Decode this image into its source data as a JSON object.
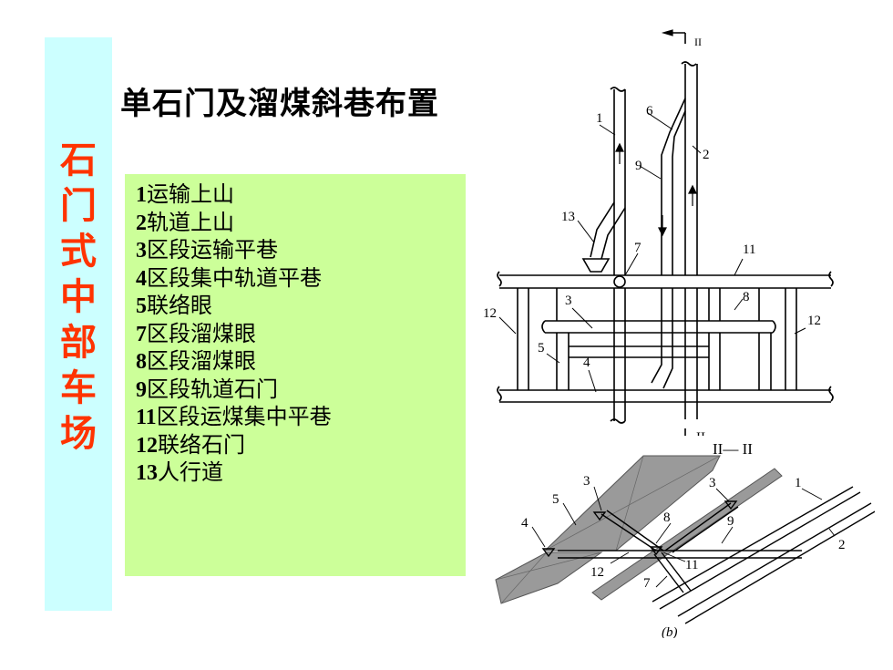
{
  "side_title": [
    "石",
    "门",
    "式",
    "中",
    "部",
    "车",
    "场"
  ],
  "title": "单石门及溜煤斜巷布置",
  "legend": [
    {
      "num": "1",
      "text": "运输上山"
    },
    {
      "num": "2",
      "text": "轨道上山"
    },
    {
      "num": "3",
      "text": "区段运输平巷"
    },
    {
      "num": "4",
      "text": "区段集中轨道平巷"
    },
    {
      "num": "5",
      "text": "联络眼"
    },
    {
      "num": "7",
      "text": "区段溜煤眼"
    },
    {
      "num": "8",
      "text": "区段溜煤眼"
    },
    {
      "num": "9",
      "text": "区段轨道石门"
    },
    {
      "num": "11",
      "text": "区段运煤集中平巷"
    },
    {
      "num": "12",
      "text": "联络石门"
    },
    {
      "num": "13",
      "text": "人行道"
    }
  ],
  "plan": {
    "section_top": "II",
    "section_bottom": "II",
    "labels": {
      "l1": "1",
      "l2": "2",
      "l3": "3",
      "l4": "4",
      "l5": "5",
      "l6": "6",
      "l7": "7",
      "l8": "8",
      "l9": "9",
      "l11": "11",
      "l12a": "12",
      "l12b": "12",
      "l13": "13"
    }
  },
  "perspective": {
    "caption": "II— II",
    "sub": "(b)",
    "labels": {
      "p1": "1",
      "p2": "2",
      "p3a": "3",
      "p3b": "3",
      "p4": "4",
      "p5": "5",
      "p7": "7",
      "p8": "8",
      "p9": "9",
      "p11": "11",
      "p12": "12"
    }
  },
  "colors": {
    "side_band": "#ccffff",
    "side_text": "#ff3300",
    "legend_bg": "#ccff99",
    "coal_seam": "#9a9a9a"
  }
}
